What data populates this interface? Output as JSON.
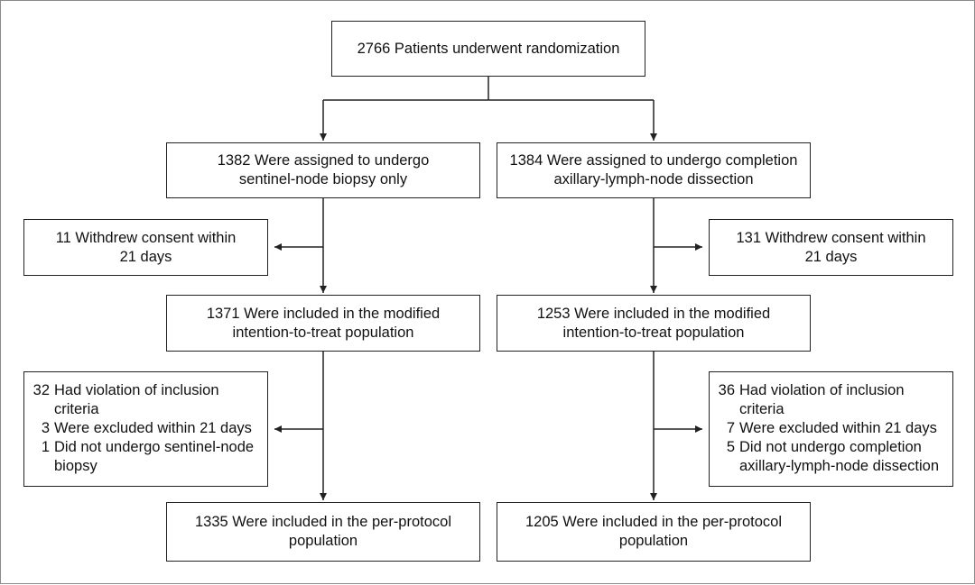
{
  "top": {
    "line1": "2766 Patients underwent randomization"
  },
  "left": {
    "assigned": [
      "1382 Were assigned to undergo",
      "sentinel-node biopsy only"
    ],
    "withdrew": [
      "11 Withdrew consent within",
      "21 days"
    ],
    "mitt": [
      "1371 Were included in the modified",
      "intention-to-treat population"
    ],
    "exclusions": {
      "items": [
        {
          "num": "32",
          "text": "Had violation of inclusion",
          "cont": "criteria"
        },
        {
          "num": "3",
          "text": "Were excluded within 21 days"
        },
        {
          "num": "1",
          "text": "Did not undergo sentinel-node",
          "cont": "biopsy"
        }
      ]
    },
    "per_protocol": [
      "1335 Were included in the per-protocol",
      "population"
    ]
  },
  "right": {
    "assigned": [
      "1384 Were assigned to undergo completion",
      "axillary-lymph-node dissection"
    ],
    "withdrew": [
      "131 Withdrew consent within",
      "21 days"
    ],
    "mitt": [
      "1253 Were included in the modified",
      "intention-to-treat population"
    ],
    "exclusions": {
      "items": [
        {
          "num": "36",
          "text": "Had violation of inclusion",
          "cont": "criteria"
        },
        {
          "num": "7",
          "text": "Were excluded within 21 days"
        },
        {
          "num": "5",
          "text": "Did not undergo completion",
          "cont": "axillary-lymph-node dissection"
        }
      ]
    },
    "per_protocol": [
      "1205 Were included in the per-protocol",
      "population"
    ]
  },
  "colors": {
    "line": "#222222",
    "frame": "#8a8a8a"
  }
}
